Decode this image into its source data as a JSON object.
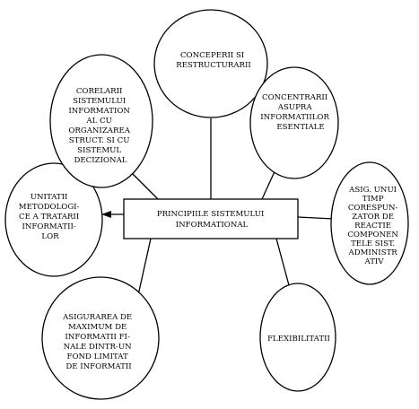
{
  "diagram": {
    "center": {
      "lines": [
        "PRINCIPIILE SISTEMULUI",
        "INFORMATIONAL"
      ]
    },
    "nodes": [
      {
        "id": "concepere",
        "lines": [
          "CONCEPERII SI",
          "RESTRUCTURARII"
        ]
      },
      {
        "id": "concentrarii",
        "lines": [
          "CONCENTRARII",
          "ASUPRA",
          "INFORMATIILOR",
          "ESENTIALE"
        ]
      },
      {
        "id": "asig-timp",
        "lines": [
          "ASIG. UNUI",
          "TIMP",
          "CORESPUN-",
          "ZATOR DE",
          "REACTIE",
          "COMPONEN",
          "TELE SIST.",
          "ADMINISTR",
          "ATIV"
        ]
      },
      {
        "id": "flexibilitatii",
        "lines": [
          "FLEXIBILITATII"
        ]
      },
      {
        "id": "asigurarea-maximum",
        "lines": [
          "ASIGURAREA DE",
          "MAXIMUM DE",
          "INFORMATII FI-",
          "NALE DINTR-UN",
          "FOND LIMITAT",
          "DE INFORMATII"
        ]
      },
      {
        "id": "unitatii",
        "lines": [
          "UNITATII",
          "METODOLOGI-",
          "CE A TRATARII",
          "INFORMATII-",
          "LOR"
        ]
      },
      {
        "id": "corelarii",
        "lines": [
          "CORELARII",
          "SISTEMULUI",
          "INFORMATION",
          "AL CU",
          "ORGANIZAREA",
          "STRUCT. SI CU",
          "SISTEMUL",
          "DECIZIONAL"
        ]
      }
    ]
  }
}
